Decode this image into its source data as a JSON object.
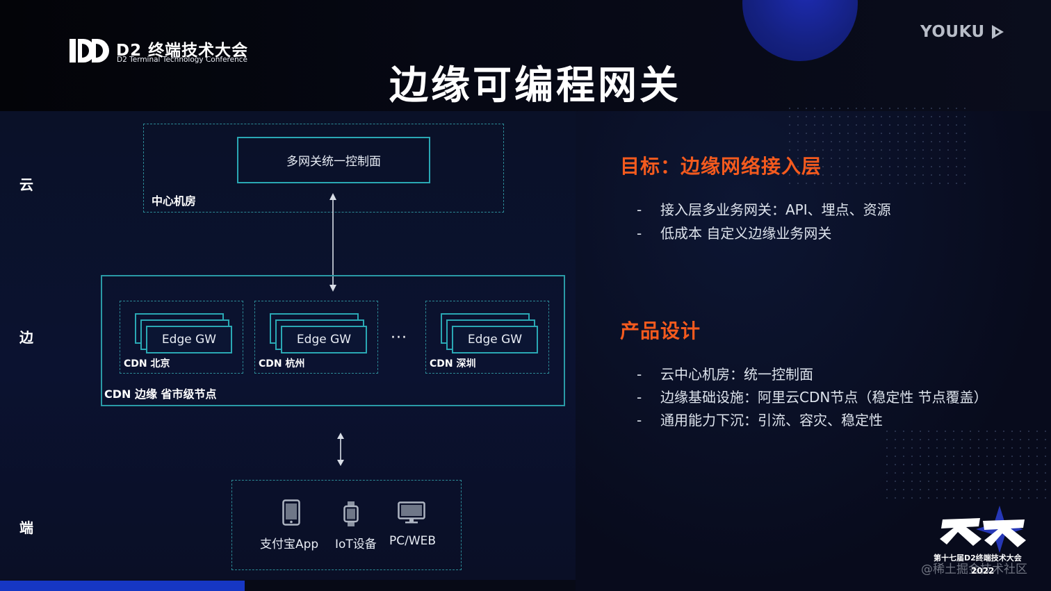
{
  "header": {
    "logo_title": "D2 终端技术大会",
    "logo_subtitle": "D2 Terminal Technology Conference",
    "brand": "YOUKU",
    "title": "边缘可编程网关"
  },
  "diagram": {
    "tiers": [
      "云",
      "边",
      "端"
    ],
    "cloud": {
      "control_plane": "多网关统一控制面",
      "room_label": "中心机房"
    },
    "edge": {
      "group_label": "CDN 边缘 省市级节点",
      "gateway_label": "Edge GW",
      "nodes": [
        "CDN 北京",
        "CDN 杭州",
        "CDN 深圳"
      ],
      "ellipsis": "···"
    },
    "end": {
      "devices": [
        {
          "label": "支付宝App",
          "icon": "phone-icon"
        },
        {
          "label": "IoT设备",
          "icon": "watch-icon"
        },
        {
          "label": "PC/WEB",
          "icon": "monitor-icon"
        }
      ]
    }
  },
  "goal": {
    "title": "目标：边缘网络接入层",
    "items": [
      "接入层多业务网关：API、埋点、资源",
      "低成本 自定义边缘业务网关"
    ]
  },
  "design": {
    "title": "产品设计",
    "items": [
      "云中心机房：统一控制面",
      "边缘基础设施：阿里云CDN节点（稳定性 节点覆盖）",
      "通用能力下沉：引流、容灾、稳定性"
    ]
  },
  "badge": {
    "line": "第十七届D2终端技术大会",
    "year": "2022"
  },
  "watermark": "@稀土掘金技术社区",
  "colors": {
    "accent_orange": "#f45a1e",
    "box_teal": "#2aa8b4",
    "background": "#070a16",
    "bottom_bar": "#1637c4"
  }
}
